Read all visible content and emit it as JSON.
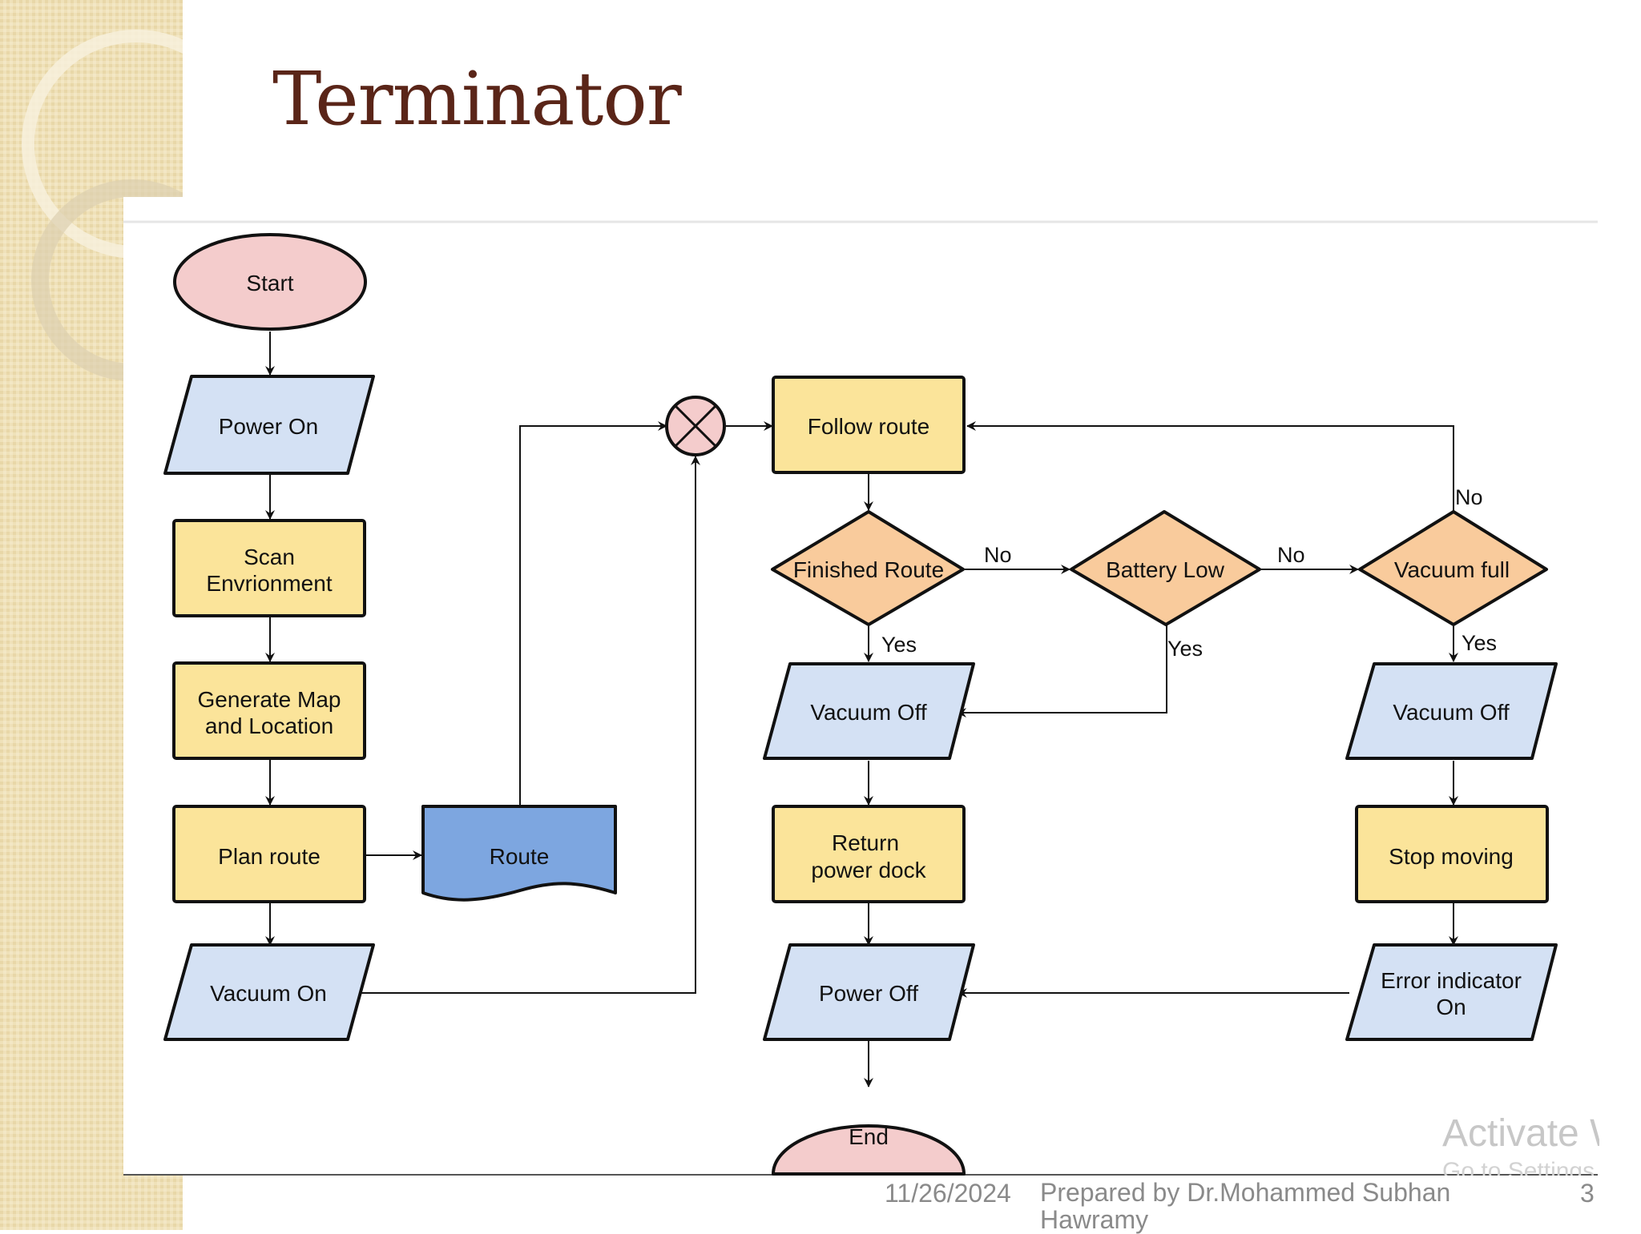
{
  "slide": {
    "title": "Terminator",
    "footer": {
      "date": "11/26/2024",
      "author": "Prepared by Dr.Mohammed Subhan Hawramy",
      "page": "3"
    },
    "watermark": {
      "line1": "Activate Windows",
      "line2": "Go to Settings to activate Windows."
    }
  },
  "colors": {
    "title": "#5a2518",
    "terminator_fill": "#f4cccc",
    "io_fill": "#d4e1f4",
    "process_fill": "#fbe49a",
    "decision_fill": "#f9cb9c",
    "document_fill": "#7da6e0",
    "stroke": "#111111",
    "sidebar": "#efe1b9"
  },
  "flowchart": {
    "nodes": {
      "start": "Start",
      "power_on": "Power On",
      "scan_env": [
        "Scan",
        "Envrionment"
      ],
      "gen_map": [
        "Generate Map",
        "and Location"
      ],
      "plan_route": "Plan route",
      "route_doc": "Route",
      "vacuum_on": "Vacuum On",
      "follow_route": "Follow route",
      "finished_route": "Finished Route",
      "battery_low": "Battery Low",
      "vacuum_full": "Vacuum full",
      "vacuum_off_1": "Vacuum Off",
      "vacuum_off_2": "Vacuum Off",
      "return_dock": [
        "Return",
        "power dock"
      ],
      "stop_moving": "Stop moving",
      "power_off": "Power Off",
      "error_ind": [
        "Error indicator",
        "On"
      ],
      "end": "End"
    },
    "edge_labels": {
      "finished_no": "No",
      "finished_yes": "Yes",
      "battery_no": "No",
      "battery_yes": "Yes",
      "vacuum_no": "No",
      "vacuum_yes": "Yes"
    }
  }
}
